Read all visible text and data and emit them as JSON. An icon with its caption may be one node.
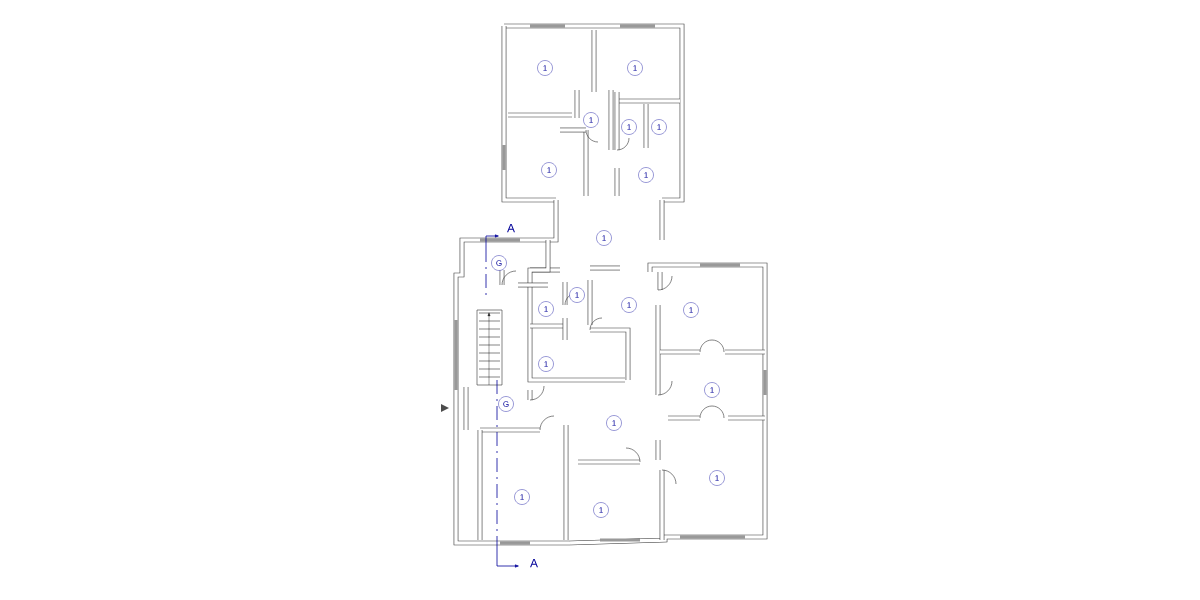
{
  "diagram": {
    "labels": [
      "1",
      "1",
      "1",
      "1",
      "1",
      "1",
      "1",
      "A",
      "1",
      "G",
      "1",
      "1",
      "1",
      "1",
      "1",
      "1",
      "G",
      "1",
      "1",
      "1",
      "1",
      "A"
    ]
  }
}
